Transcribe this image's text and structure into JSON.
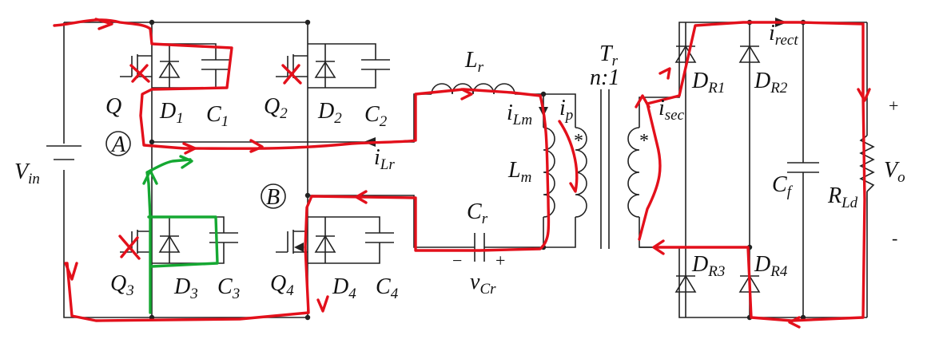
{
  "labels": {
    "vin": "V",
    "vin_sub": "in",
    "q1": "Q",
    "d1": "D",
    "d1_sub": "1",
    "c1": "C",
    "c1_sub": "1",
    "q2": "Q",
    "q2_sub": "2",
    "d2": "D",
    "d2_sub": "2",
    "c2": "C",
    "c2_sub": "2",
    "q3": "Q",
    "q3_sub": "3",
    "d3": "D",
    "d3_sub": "3",
    "c3": "C",
    "c3_sub": "3",
    "q4": "Q",
    "q4_sub": "4",
    "d4": "D",
    "d4_sub": "4",
    "c4": "C",
    "c4_sub": "4",
    "node_a": "A",
    "node_b": "B",
    "lr": "L",
    "lr_sub": "r",
    "ilr": "i",
    "ilr_sub": "Lr",
    "ilm": "i",
    "ilm_sub": "Lm",
    "ip": "i",
    "ip_sub": "p",
    "lm": "L",
    "lm_sub": "m",
    "cr": "C",
    "cr_sub": "r",
    "vcr": "v",
    "vcr_sub": "Cr",
    "cr_minus": "−",
    "cr_plus": "+",
    "tr": "T",
    "tr_sub": "r",
    "ratio_n": "n",
    "ratio_rest": ":1",
    "dot_primary": "*",
    "dot_secondary": "*",
    "isec": "i",
    "isec_sub": "sec",
    "dr1": "D",
    "dr1_sub": "R1",
    "dr2": "D",
    "dr2_sub": "R2",
    "dr3": "D",
    "dr3_sub": "R3",
    "dr4": "D",
    "dr4_sub": "R4",
    "irect": "i",
    "irect_sub": "rect",
    "cf": "C",
    "cf_sub": "f",
    "rld": "R",
    "rld_sub": "Ld",
    "vo": "V",
    "vo_sub": "o",
    "plus": "+",
    "minus": "-"
  },
  "colors": {
    "circuit": "#222222",
    "annotation_red": "#e3101b",
    "annotation_green": "#15a832"
  }
}
